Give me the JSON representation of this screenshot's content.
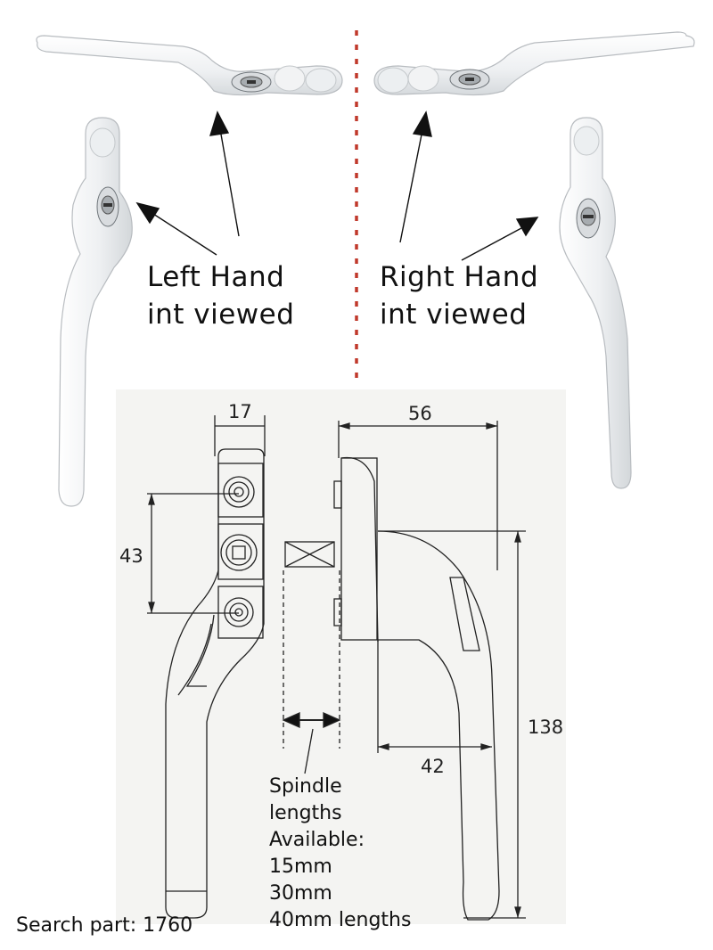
{
  "views": {
    "left": {
      "line1": "Left Hand",
      "line2": "int viewed"
    },
    "right": {
      "line1": "Right Hand",
      "line2": "int viewed"
    }
  },
  "dimensions": {
    "width_17": "17",
    "depth_56": "56",
    "spacing_43": "43",
    "height_138": "138",
    "lower_42": "42"
  },
  "spindle": {
    "lines": [
      "Spindle",
      "lengths",
      "Available:",
      "15mm",
      "30mm",
      "40mm lengths"
    ]
  },
  "footer": {
    "search_part": "Search part: 1760"
  },
  "colors": {
    "divider": "#c0392b",
    "handle_fill": "#f4f5f6",
    "handle_stroke": "#9aa0a6",
    "line": "#111111"
  },
  "icons": [
    "handle-photo-icon",
    "lock-cylinder-icon",
    "arrow-icon"
  ]
}
